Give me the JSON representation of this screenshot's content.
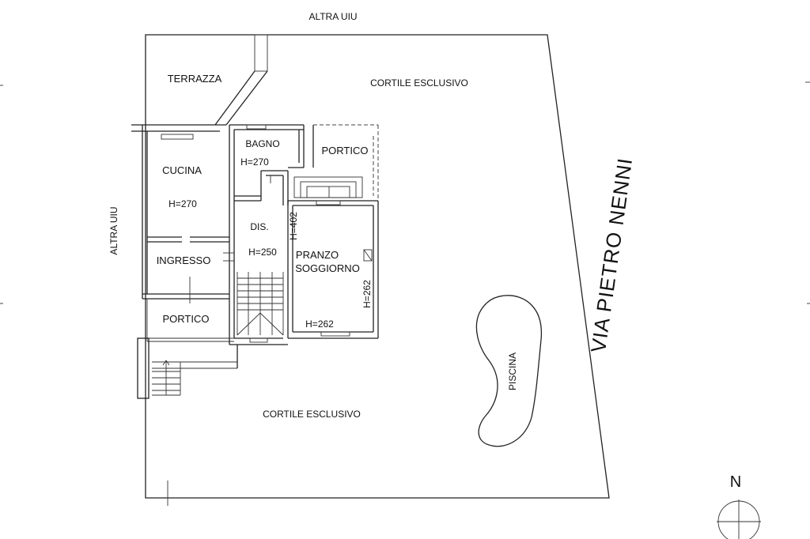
{
  "labels": {
    "altra_uiu_top": "ALTRA UIU",
    "altra_uiu_left": "ALTRA UIU",
    "terrazza": "TERRAZZA",
    "cortile_esclusivo_top": "CORTILE ESCLUSIVO",
    "cortile_esclusivo_bottom": "CORTILE ESCLUSIVO",
    "bagno": "BAGNO",
    "bagno_h": "H=270",
    "portico_top": "PORTICO",
    "cucina": "CUCINA",
    "cucina_h": "H=270",
    "dis": "DIS.",
    "dis_h": "H=250",
    "h402": "H=402",
    "pranzo": "PRANZO",
    "soggiorno": "SOGGIORNO",
    "h262_vertical": "H=262",
    "h262_bottom": "H=262",
    "ingresso": "INGRESSO",
    "portico_bottom": "PORTICO",
    "piscina": "PISCINA",
    "via": "VIA PIETRO NENNI",
    "north": "N"
  }
}
